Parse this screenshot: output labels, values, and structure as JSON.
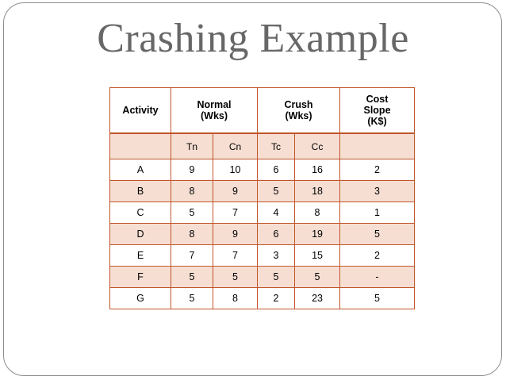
{
  "slide": {
    "title": "Crashing Example",
    "title_color": "#676767",
    "frame_color": "#8d8d8d",
    "background": "#ffffff"
  },
  "table": {
    "border_color": "#c0552a",
    "shaded_row_color": "#f6ded3",
    "plain_row_color": "#ffffff",
    "header_main": [
      {
        "label": "Activity",
        "lines": [
          "Activity"
        ]
      },
      {
        "label": "Normal (Wks)",
        "lines": [
          "Normal",
          "(Wks)"
        ]
      },
      {
        "label": "Crush (Wks)",
        "lines": [
          "Crush",
          "(Wks)"
        ]
      },
      {
        "label": "Cost Slope (K$)",
        "lines": [
          "Cost",
          "Slope",
          "(K$)"
        ]
      }
    ],
    "header_sub": [
      "",
      "Tn",
      "Cn",
      "Tc",
      "Cc",
      ""
    ],
    "rows": [
      {
        "activity": "A",
        "tn": "9",
        "cn": "10",
        "tc": "6",
        "cc": "16",
        "slope": "2"
      },
      {
        "activity": "B",
        "tn": "8",
        "cn": "9",
        "tc": "5",
        "cc": "18",
        "slope": "3"
      },
      {
        "activity": "C",
        "tn": "5",
        "cn": "7",
        "tc": "4",
        "cc": "8",
        "slope": "1"
      },
      {
        "activity": "D",
        "tn": "8",
        "cn": "9",
        "tc": "6",
        "cc": "19",
        "slope": "5"
      },
      {
        "activity": "E",
        "tn": "7",
        "cn": "7",
        "tc": "3",
        "cc": "15",
        "slope": "2"
      },
      {
        "activity": "F",
        "tn": "5",
        "cn": "5",
        "tc": "5",
        "cc": "5",
        "slope": "-"
      },
      {
        "activity": "G",
        "tn": "5",
        "cn": "8",
        "tc": "2",
        "cc": "23",
        "slope": "5"
      }
    ]
  }
}
